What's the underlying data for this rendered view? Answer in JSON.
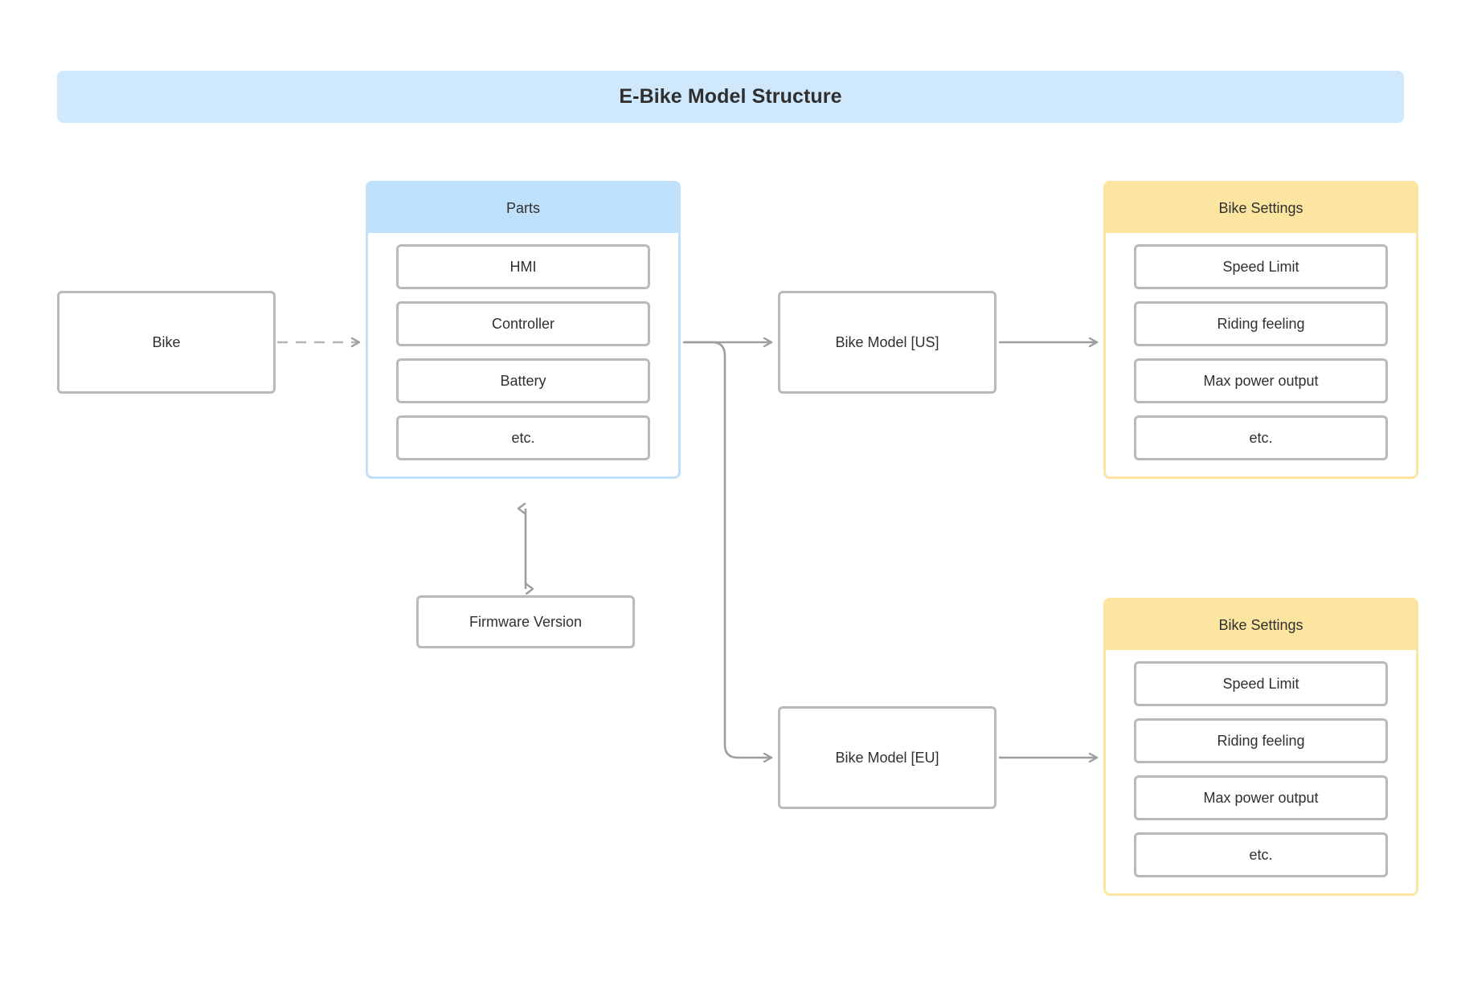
{
  "title": {
    "text": "E-Bike Model Structure"
  },
  "colors": {
    "title_banner": "#cfe8fb",
    "parts_header": "#bfe0fb",
    "settings_header": "#fce5a0",
    "node_border": "#b9b9b9",
    "connector": "#9e9e9e",
    "text": "#303030",
    "background": "#ffffff"
  },
  "nodes": {
    "bike": {
      "label": "Bike"
    },
    "firmware": {
      "label": "Firmware Version"
    },
    "model_us": {
      "label": "Bike Model [US]"
    },
    "model_eu": {
      "label": "Bike Model [EU]"
    }
  },
  "panels": {
    "parts": {
      "header": "Parts",
      "items": [
        {
          "label": "HMI"
        },
        {
          "label": "Controller"
        },
        {
          "label": "Battery"
        },
        {
          "label": "etc."
        }
      ]
    },
    "settings_us": {
      "header": "Bike Settings",
      "items": [
        {
          "label": "Speed Limit"
        },
        {
          "label": "Riding feeling"
        },
        {
          "label": "Max power output"
        },
        {
          "label": "etc."
        }
      ]
    },
    "settings_eu": {
      "header": "Bike Settings",
      "items": [
        {
          "label": "Speed Limit"
        },
        {
          "label": "Riding feeling"
        },
        {
          "label": "Max power output"
        },
        {
          "label": "etc."
        }
      ]
    }
  },
  "connectors": [
    {
      "name": "bike-to-parts",
      "style": "dashed",
      "arrows": "end"
    },
    {
      "name": "parts-to-model-us",
      "style": "solid",
      "arrows": "end"
    },
    {
      "name": "parts-to-model-eu",
      "style": "solid",
      "arrows": "end"
    },
    {
      "name": "firmware-to-parts",
      "style": "solid",
      "arrows": "both"
    },
    {
      "name": "model-us-to-settings",
      "style": "solid",
      "arrows": "end"
    },
    {
      "name": "model-eu-to-settings",
      "style": "solid",
      "arrows": "end"
    }
  ]
}
